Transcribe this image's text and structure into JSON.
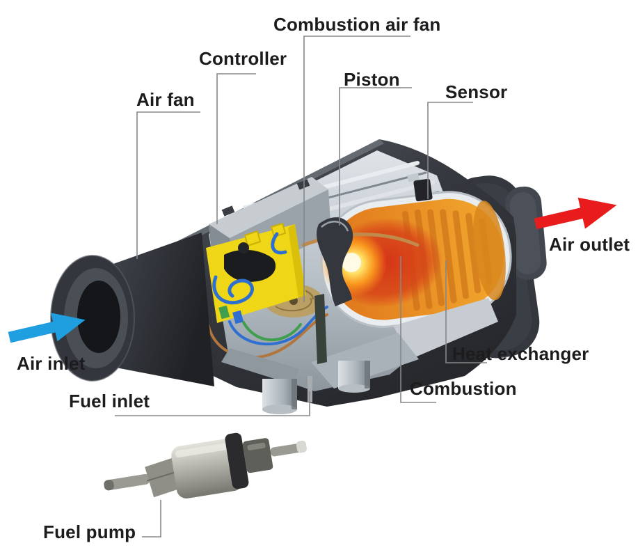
{
  "diagram": {
    "labels": {
      "combustion_air_fan": "Combustion air fan",
      "controller": "Controller",
      "piston": "Piston",
      "sensor": "Sensor",
      "air_fan": "Air fan",
      "air_outlet": "Air outlet",
      "air_inlet": "Air inlet",
      "heat_exchanger": "Heat exchanger",
      "combustion": "Combustion",
      "fuel_inlet": "Fuel inlet",
      "fuel_pump": "Fuel pump"
    },
    "colors": {
      "background": "#ffffff",
      "label_text": "#1c1c1e",
      "leader_line": "#85878a",
      "air_inlet_arrow": "#1f9ee0",
      "air_outlet_arrow": "#e81c1c",
      "housing_dark": "#383b42",
      "interior_metal": "#c3cad1",
      "controller_connector_yellow": "#efd617",
      "heat_exchanger_orange": "#e8921f",
      "combustion_red": "#d63418",
      "combustion_glow": "#ffd84d"
    }
  }
}
